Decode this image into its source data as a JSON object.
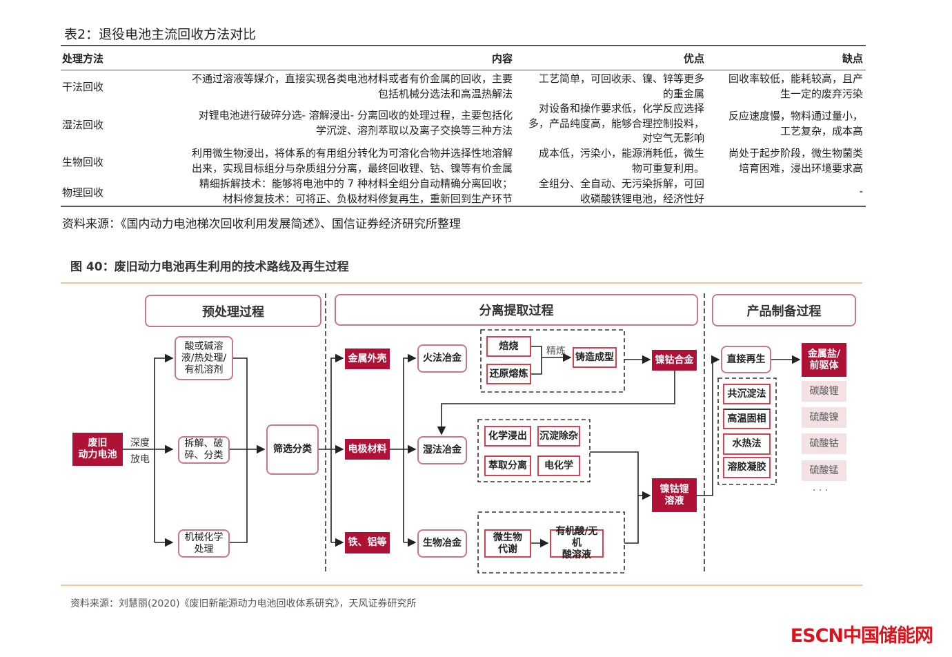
{
  "table": {
    "title": "表2：退役电池主流回收方法对比",
    "headers": {
      "method": "处理方法",
      "content": "内容",
      "pros": "优点",
      "cons": "缺点"
    },
    "rows": [
      {
        "method": "干法回收",
        "content": [
          "不通过溶液等媒介，直接实现各类电池材料或者有价金属的回收，主要",
          "包括机械分选法和高温热解法"
        ],
        "pros": [
          "工艺简单，可回收汞、镍、锌等更多",
          "的重金属"
        ],
        "cons": [
          "回收率较低，能耗较高，且产",
          "生一定的废弃污染"
        ]
      },
      {
        "method": "湿法回收",
        "content": [
          "对锂电池进行破碎分选- 溶解浸出- 分离回收的处理过程，主要包括化",
          "学沉淀、溶剂萃取以及离子交换等三种方法"
        ],
        "pros": [
          "对设备和操作要求低，化学反应选择",
          "多，产品纯度高，能够合理控制投料，",
          "对空气无影响"
        ],
        "cons": [
          "反应速度慢，物料通过量小，",
          "工艺复杂，成本高"
        ]
      },
      {
        "method": "生物回收",
        "content": [
          "利用微生物浸出，将体系的有用组分转化为可溶化合物并选择性地溶解",
          "出来，实现目标组分与杂质组分分离，最终回收锂、钴、镍等有价金属"
        ],
        "pros": [
          "成本低，污染小，能源消耗低，微生",
          "物可重复利用。"
        ],
        "cons": [
          "尚处于起步阶段，微生物菌类",
          "培育困难，浸出环境要求高"
        ]
      },
      {
        "method": "物理回收",
        "content": [
          "精细拆解技术：能够将电池中的 7 种材料全组分自动精确分离回收；",
          "材料修复技术：可将正、负极材料修复再生，重新回到生产环节"
        ],
        "pros": [
          "全组分、全自动、无污染拆解，可回",
          "收磷酸铁锂电池，经济性好"
        ],
        "cons": [
          "-"
        ]
      }
    ],
    "source": "资料来源：《国内动力电池梯次回收利用发展简述》、国信证券经济研究所整理"
  },
  "figure": {
    "title": "图 40：废旧动力电池再生利用的技术路线及再生过程",
    "stages": [
      "预处理过程",
      "分离提取过程",
      "产品制备过程"
    ],
    "nodes": {
      "waste_battery": "废旧\n动力电池",
      "deep": "深度",
      "discharge": "放电",
      "acid": "酸或碱溶\n液/热处理/\n有机溶剂",
      "dismantle": "拆解、破\n碎、分类",
      "mechchem": "机械化学\n处理",
      "screen": "筛选分类",
      "shell": "金属外壳",
      "electrode": "电极材料",
      "iron_al": "铁、铝等",
      "pyro": "火法冶金",
      "hydro": "湿法冶金",
      "bio": "生物冶金",
      "roast": "焙烧",
      "reduce": "还原熔炼",
      "refine": "精炼",
      "cast": "铸造成型",
      "nico_alloy": "镍钴合金",
      "leach": "化学浸出",
      "precip": "沉淀除杂",
      "extract": "萃取分离",
      "electrochem": "电化学",
      "microbe": "微生物\n代谢",
      "acid_sol": "有机酸/无机\n酸溶液",
      "nicoli_sol": "镍钴锂\n溶液",
      "direct": "直接再生",
      "coprecip": "共沉淀法",
      "hightemp": "高温固相",
      "hydrothermal": "水热法",
      "solgel": "溶胶凝胶",
      "salt": "金属盐/\n前驱体",
      "li2co3": "碳酸锂",
      "niso4": "硫酸镍",
      "coso4": "硫酸钴",
      "mnso4": "硫酸锰",
      "more": "· · ·"
    },
    "source": "资料来源：刘慧丽(2020)《废旧新能源动力电池回收体系研究》，天风证券研究所"
  },
  "logo": "ESCN中国储能网",
  "colors": {
    "accent_red": "#b01237",
    "border_pink": "#c9788a",
    "light_pink": "#f4e1e4",
    "rule_orange": "#f2c29a",
    "logo_red": "#d9141d"
  }
}
